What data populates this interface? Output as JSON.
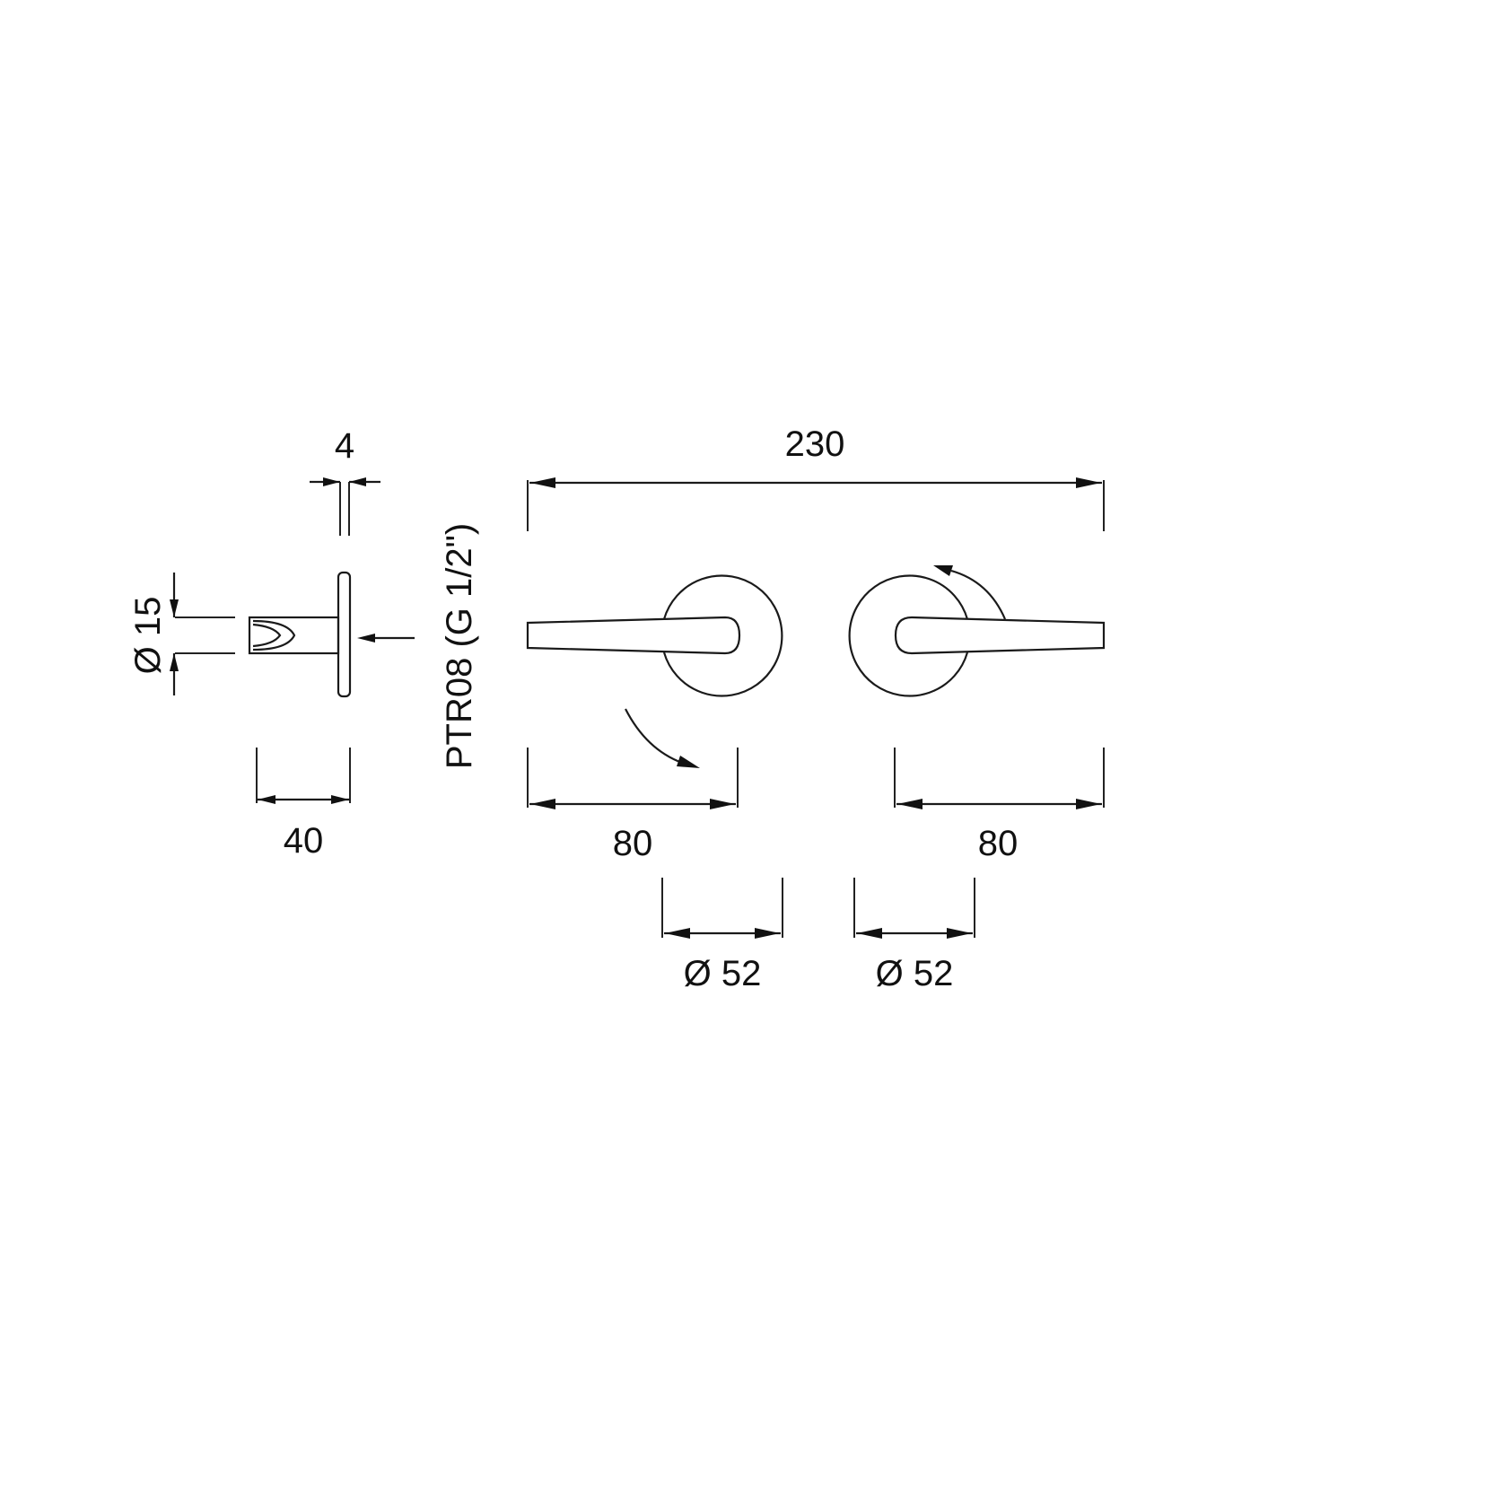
{
  "drawing": {
    "title": "Wall-mounted mixer set technical drawing",
    "line_color": "#1a1a1a",
    "background": "#ffffff",
    "part_code": "PTR08 (G 1/2\")",
    "dimensions": {
      "overall_width": "230",
      "left_lever_length": "80",
      "right_lever_length": "80",
      "left_plate_diameter": "Ø 52",
      "right_plate_diameter": "Ø 52",
      "spout_diameter": "Ø 15",
      "plate_thickness": "4",
      "spout_depth": "40"
    },
    "views": [
      {
        "name": "side-view",
        "elements": [
          "spout",
          "wall-plate",
          "mounting-arrow"
        ]
      },
      {
        "name": "front-view-left-handle",
        "elements": [
          "round-plate",
          "lever",
          "rotation-arrow-clockwise-down"
        ]
      },
      {
        "name": "front-view-right-handle",
        "elements": [
          "round-plate",
          "lever",
          "rotation-arrow-counterclockwise-up"
        ]
      }
    ]
  }
}
